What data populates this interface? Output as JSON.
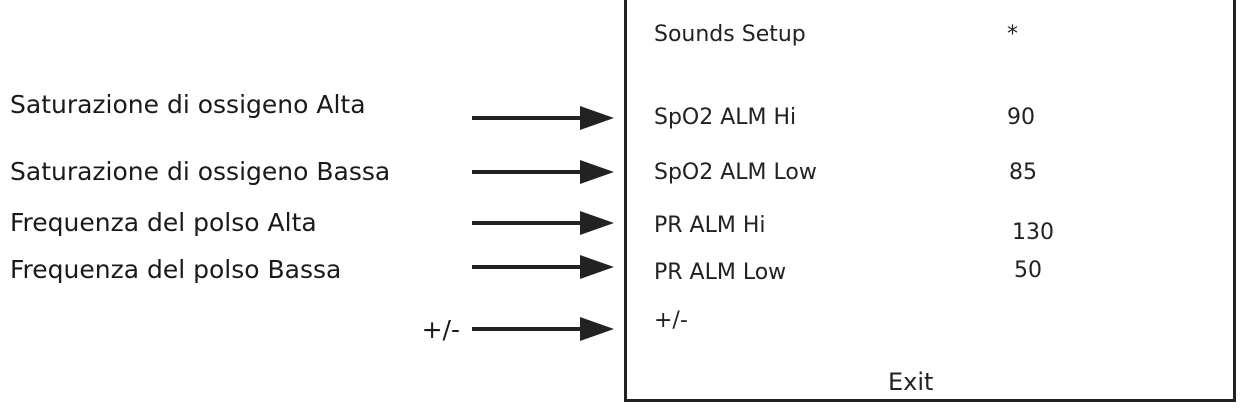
{
  "callouts": [
    "Saturazione di ossigeno Alta",
    "Saturazione di ossigeno Bassa",
    "Frequenza del polso Alta",
    "Frequenza del polso Bassa",
    "+/-"
  ],
  "menu": {
    "title": "Sounds Setup",
    "title_value": "*",
    "items": [
      {
        "label": "SpO2 ALM Hi",
        "value": "90"
      },
      {
        "label": "SpO2 ALM Low",
        "value": "85"
      },
      {
        "label": "PR ALM Hi",
        "value": "130"
      },
      {
        "label": "PR ALM Low",
        "value": "50"
      },
      {
        "label": "+/-",
        "value": ""
      }
    ],
    "exit_label": "Exit"
  },
  "colors": {
    "line": "#222222",
    "text": "#1a1a1a",
    "background": "#ffffff"
  }
}
